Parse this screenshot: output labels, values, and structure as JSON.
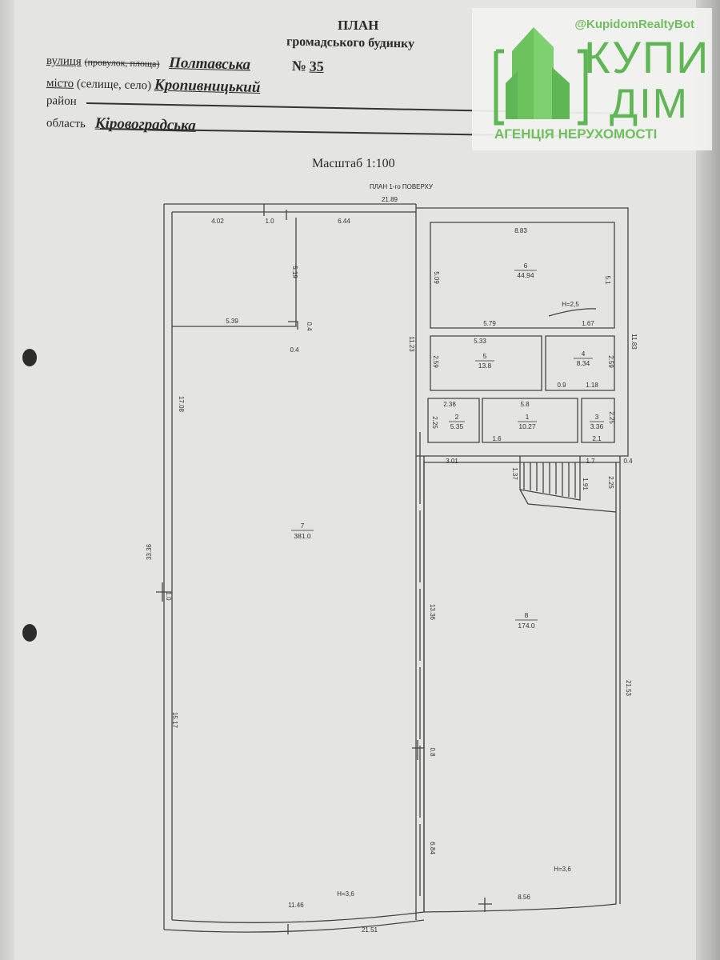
{
  "header": {
    "title": "ПЛАН",
    "subtitle": "громадського будинку",
    "street_label": "вулиця",
    "street_struck": "(провулок, площа)",
    "street_value": "Полтавська",
    "number_label": "№",
    "number_value": "35",
    "city_label": "місто",
    "city_sub": "(селище, село)",
    "city_value": "Кропивницький",
    "district_label": "район",
    "region_label": "область",
    "region_value": "Кіровоградська",
    "scale": "Масштаб 1:100",
    "plan_title": "ПЛАН 1-го ПОВЕРХУ"
  },
  "watermark": {
    "handle": "@KupidomRealtyBot",
    "brand_line1": "КУПИ",
    "brand_line2": "ДІМ",
    "tagline": "АГЕНЦІЯ НЕРУХОМОСТІ",
    "color": "#5fb654"
  },
  "plan": {
    "rooms": [
      {
        "number": "6",
        "area": "44.94"
      },
      {
        "number": "5",
        "area": "13.8"
      },
      {
        "number": "4",
        "area": "8.34"
      },
      {
        "number": "2",
        "area": "5.35"
      },
      {
        "number": "1",
        "area": "10.27"
      },
      {
        "number": "3",
        "area": "3.36"
      },
      {
        "number": "7",
        "area": "381.0"
      },
      {
        "number": "8",
        "area": "174.0"
      }
    ],
    "dims": [
      "21.89",
      "4.02",
      "1.0",
      "6.44",
      "5.19",
      "5.39",
      "0.4",
      "0.4",
      "17.08",
      "11.23",
      "33.36",
      "1.0",
      "15.17",
      "13.36",
      "0.8",
      "6.84",
      "11.46",
      "21.51",
      "8.56",
      "H=3,6",
      "H=3,6",
      "21.53",
      "11.83",
      "8.83",
      "5.09",
      "5.1",
      "H=2,5",
      "5.79",
      "1.67",
      "5.33",
      "2.59",
      "2.59",
      "0.9",
      "1.18",
      "2.38",
      "5.8",
      "2.25",
      "2.25",
      "2.1",
      "1.6",
      "3.01",
      "1.7",
      "0.4",
      "1.37",
      "1.91",
      "2.25"
    ]
  }
}
